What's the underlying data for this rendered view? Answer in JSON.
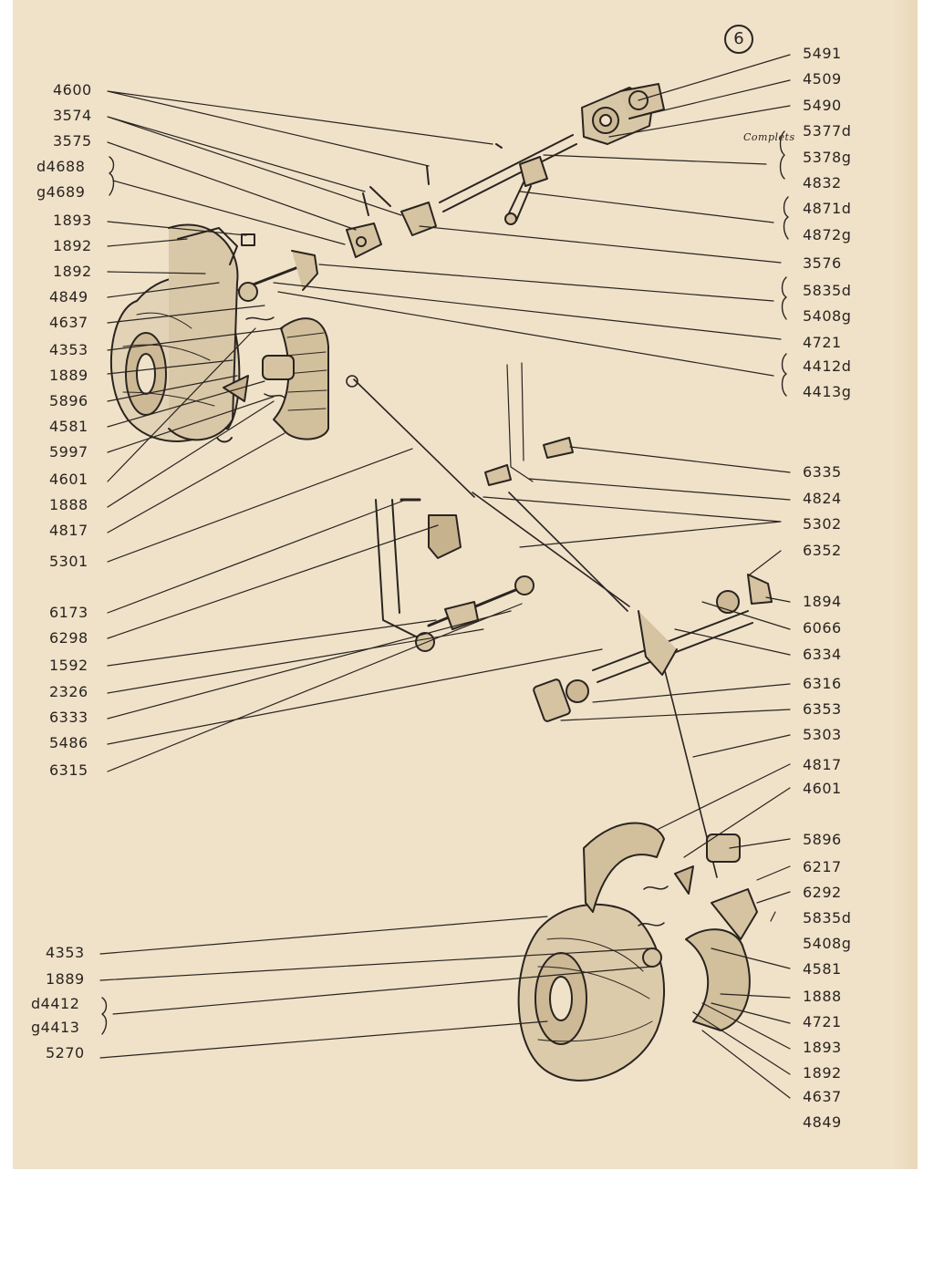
{
  "page_number": "6",
  "annotation": "Complets",
  "colors": {
    "paper": "#efe2c9",
    "ink": "#2a2420",
    "margin": "#ffffff"
  },
  "labels": {
    "left_upper": [
      "4600",
      "3574",
      "3575",
      "d4688",
      "g4689",
      "1893",
      "1892",
      "1892",
      "4849",
      "4637",
      "4353",
      "1889",
      "5896",
      "4581",
      "5997",
      "4601",
      "1888",
      "4817",
      "5301"
    ],
    "left_middle": [
      "6173",
      "6298",
      "1592",
      "2326",
      "6333",
      "5486",
      "6315"
    ],
    "left_lower": [
      "4353",
      "1889",
      "d4412",
      "g4413",
      "5270"
    ],
    "right": [
      "5491",
      "4509",
      "5490",
      "5377d",
      "5378g",
      "4832",
      "4871d",
      "4872g",
      "3576",
      "5835d",
      "5408g",
      "4721",
      "4412d",
      "4413g",
      "6335",
      "4824",
      "5302",
      "6352",
      "1894",
      "6066",
      "6334",
      "6316",
      "6353",
      "5303",
      "4817",
      "4601",
      "5896",
      "6217",
      "6292",
      "5835d",
      "5408g",
      "4581",
      "1888",
      "4721",
      "1893",
      "1892",
      "4637",
      "4849"
    ]
  }
}
